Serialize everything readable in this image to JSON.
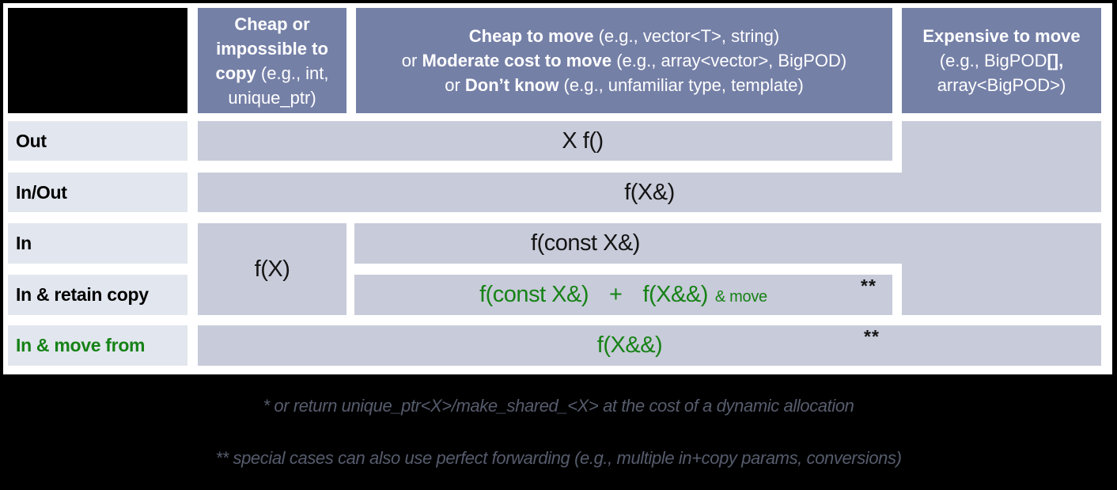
{
  "table": {
    "header": {
      "cheap_copy": {
        "bold": "Cheap or impossible to copy",
        "rest": " (e.g., int, unique_ptr)"
      },
      "cheap_move": {
        "l1_bold": "Cheap to move",
        "l1_rest": " (e.g., vector<T>, string)",
        "l2_pre": "or ",
        "l2_bold": "Moderate cost to move",
        "l2_rest": " (e.g., array<vector>, BigPOD)",
        "l3_pre": "or ",
        "l3_bold": "Don’t know",
        "l3_rest": " (e.g., unfamiliar type, template)"
      },
      "expensive_move": {
        "l1": "Expensive to move",
        "l2_a": "(e.g., BigPOD",
        "l2_b": "[],",
        "l3": "array<BigPOD>)"
      }
    },
    "row_labels": {
      "out": "Out",
      "inout": "In/Out",
      "in": "In",
      "retain": "In & retain copy",
      "move": "In & move from"
    },
    "cells": {
      "out": "X f()",
      "inout": "f(X&)",
      "in_cheap": "f(X)",
      "in_main": "f(const X&)",
      "retain_a": "f(const X&)",
      "retain_plus": "+",
      "retain_b": "f(X&&)",
      "retain_small": "& move",
      "retain_stars": "**",
      "move": "f(X&&)",
      "move_stars": "**"
    }
  },
  "footnotes": {
    "note1": "* or return unique_ptr<X>/make_shared_<X> at the cost of a dynamic allocation",
    "note2": "** special cases can also use perfect forwarding (e.g., multiple in+copy params, conversions)"
  },
  "colors": {
    "header_bg": "#7580a7",
    "cell_bg": "#c8cbd9",
    "label_bg": "#e2e6ee",
    "accent_green": "#168216",
    "footnote_text": "#565c6d",
    "frame": "#000000"
  }
}
